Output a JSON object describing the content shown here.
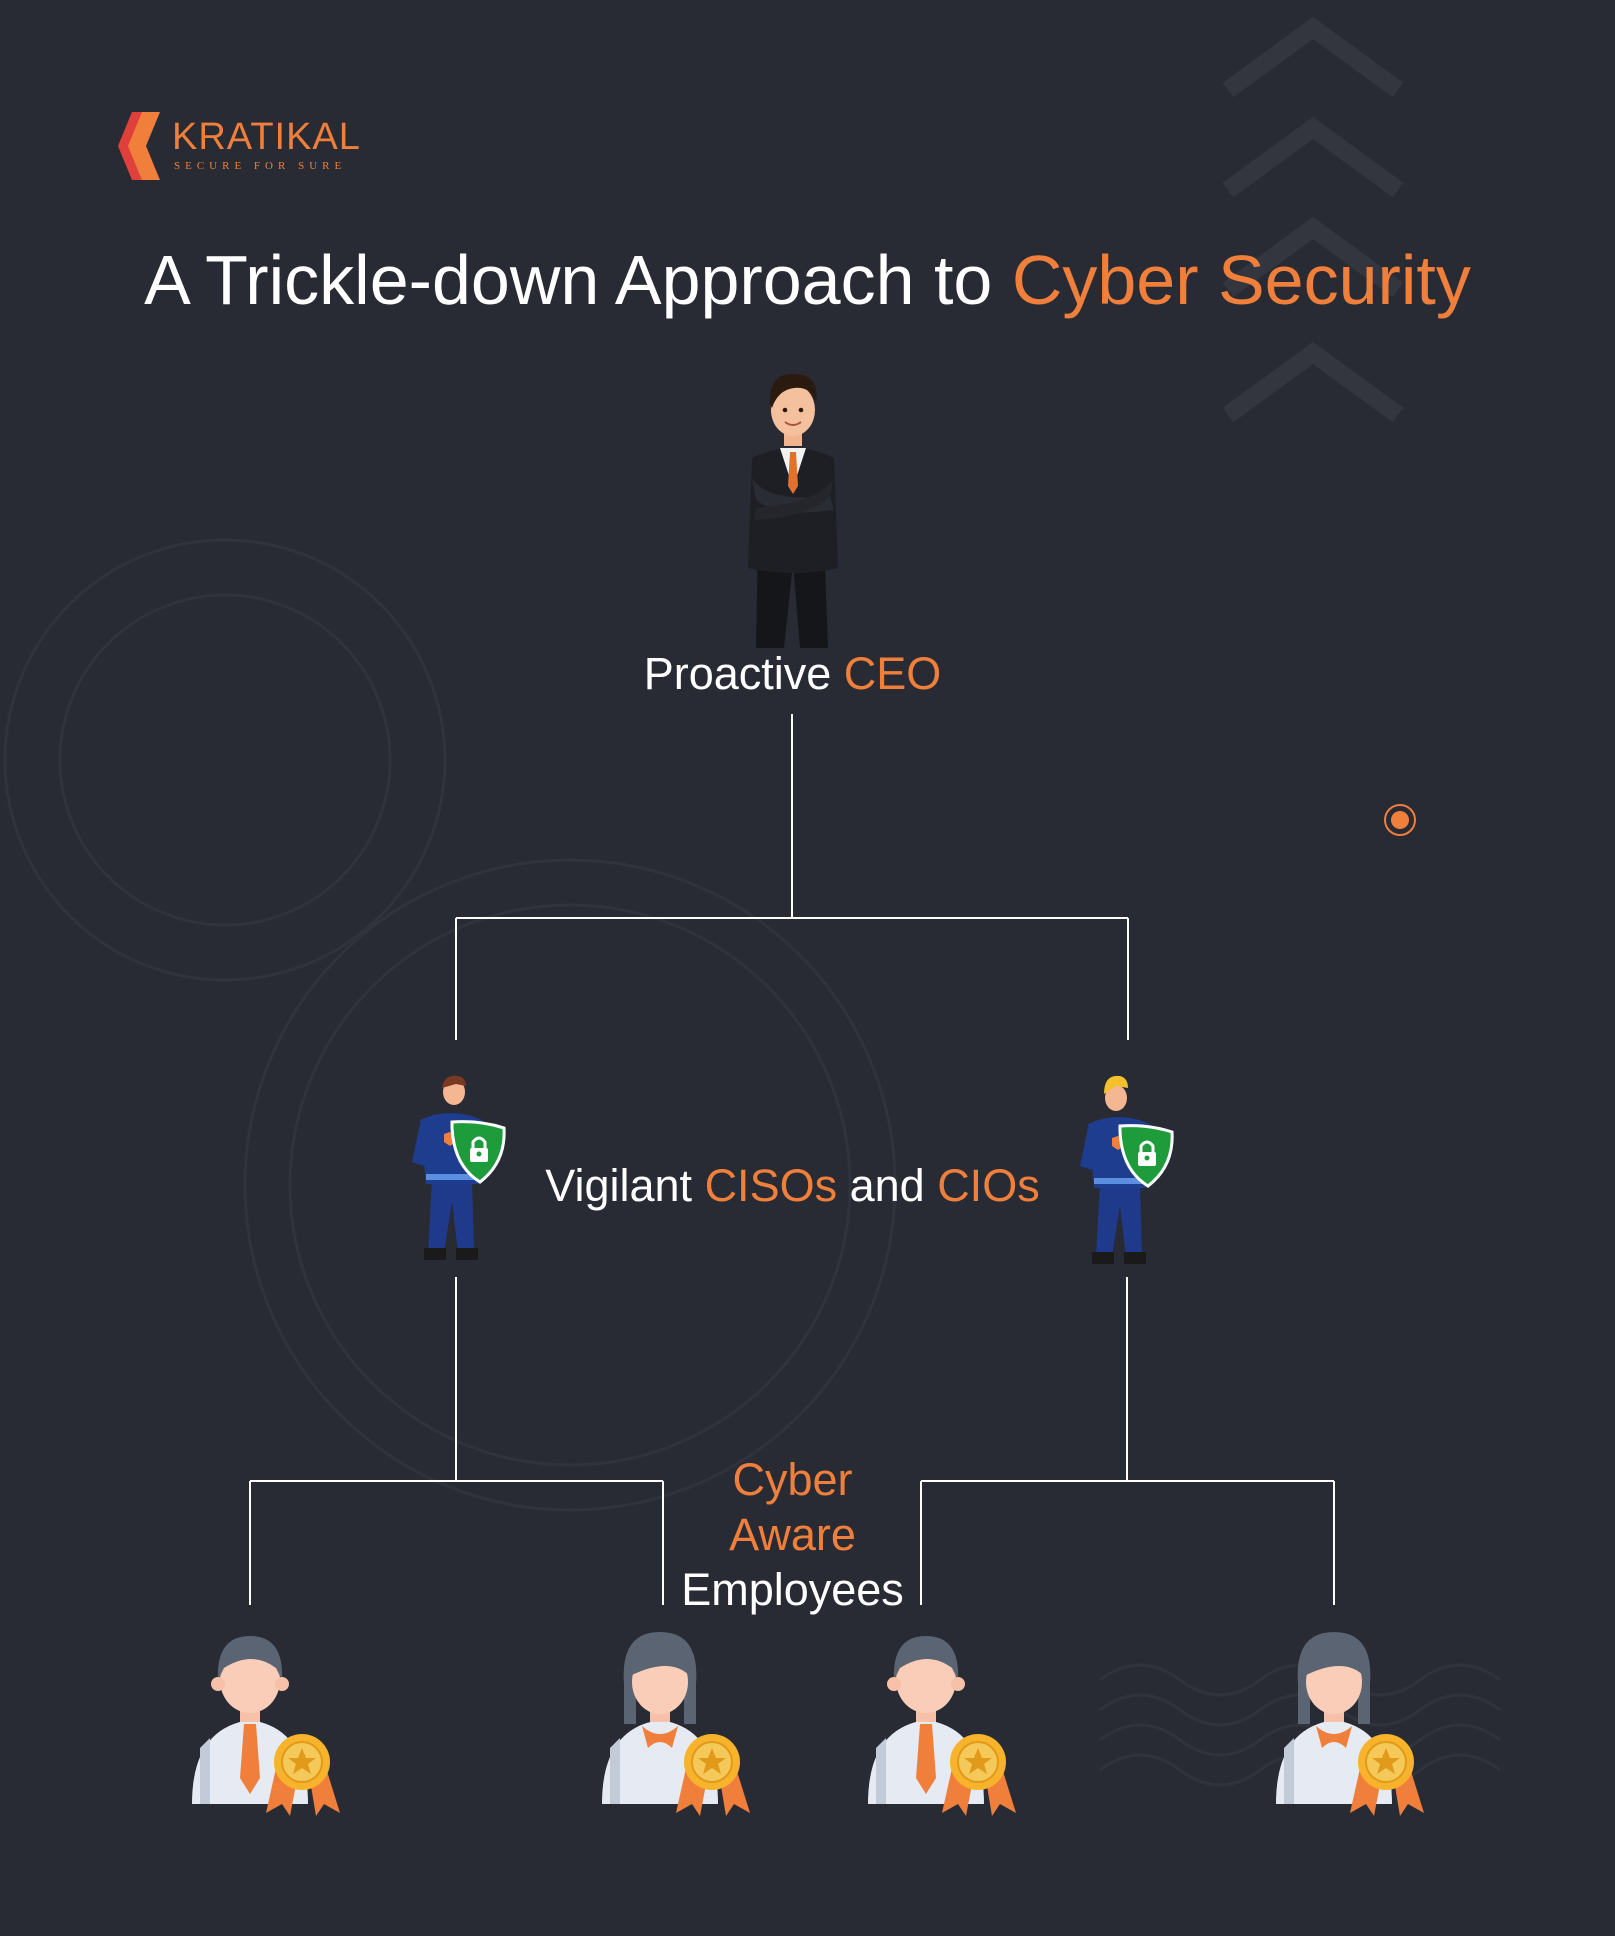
{
  "brand": {
    "name": "KRATIKAL",
    "tagline": "SECURE FOR SURE"
  },
  "title": {
    "part1": "A Trickle-down Approach to ",
    "part2": "Cyber Security"
  },
  "nodes": {
    "ceo": {
      "prefix": "Proactive ",
      "highlight": "CEO"
    },
    "leaders": {
      "prefix": "Vigilant ",
      "highlight1": "CISOs",
      "middle": " and ",
      "highlight2": "CIOs"
    },
    "employees": {
      "line1": "Cyber",
      "line2": "Aware",
      "line3": "Employees"
    }
  },
  "colors": {
    "background": "#282b33",
    "accent": "#f07f3c",
    "text": "#ffffff",
    "connector": "#ffffff"
  },
  "icons": [
    "ceo-businessman-icon",
    "ciso-security-guard-icon",
    "cio-security-guard-icon",
    "employee-award-icon"
  ]
}
